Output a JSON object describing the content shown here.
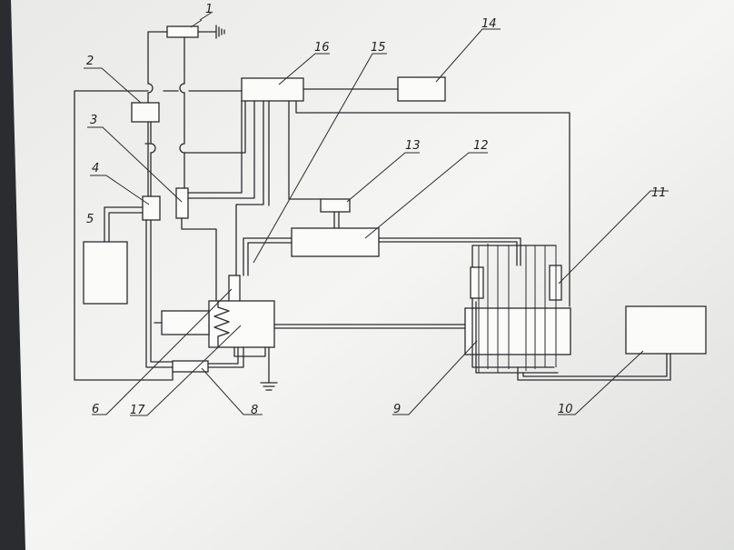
{
  "labels": {
    "c1": "1",
    "c2": "2",
    "c3": "3",
    "c4": "4",
    "c5": "5",
    "c6": "6",
    "c7": "17",
    "c8": "8",
    "c9": "9",
    "c10": "10",
    "c11": "11",
    "c12": "12",
    "c13": "13",
    "c14": "14",
    "c15": "15",
    "c16": "16"
  },
  "colors": {
    "paper": "#f3f3f1",
    "background": "#2a2c30",
    "ink": "#2b2b30"
  }
}
